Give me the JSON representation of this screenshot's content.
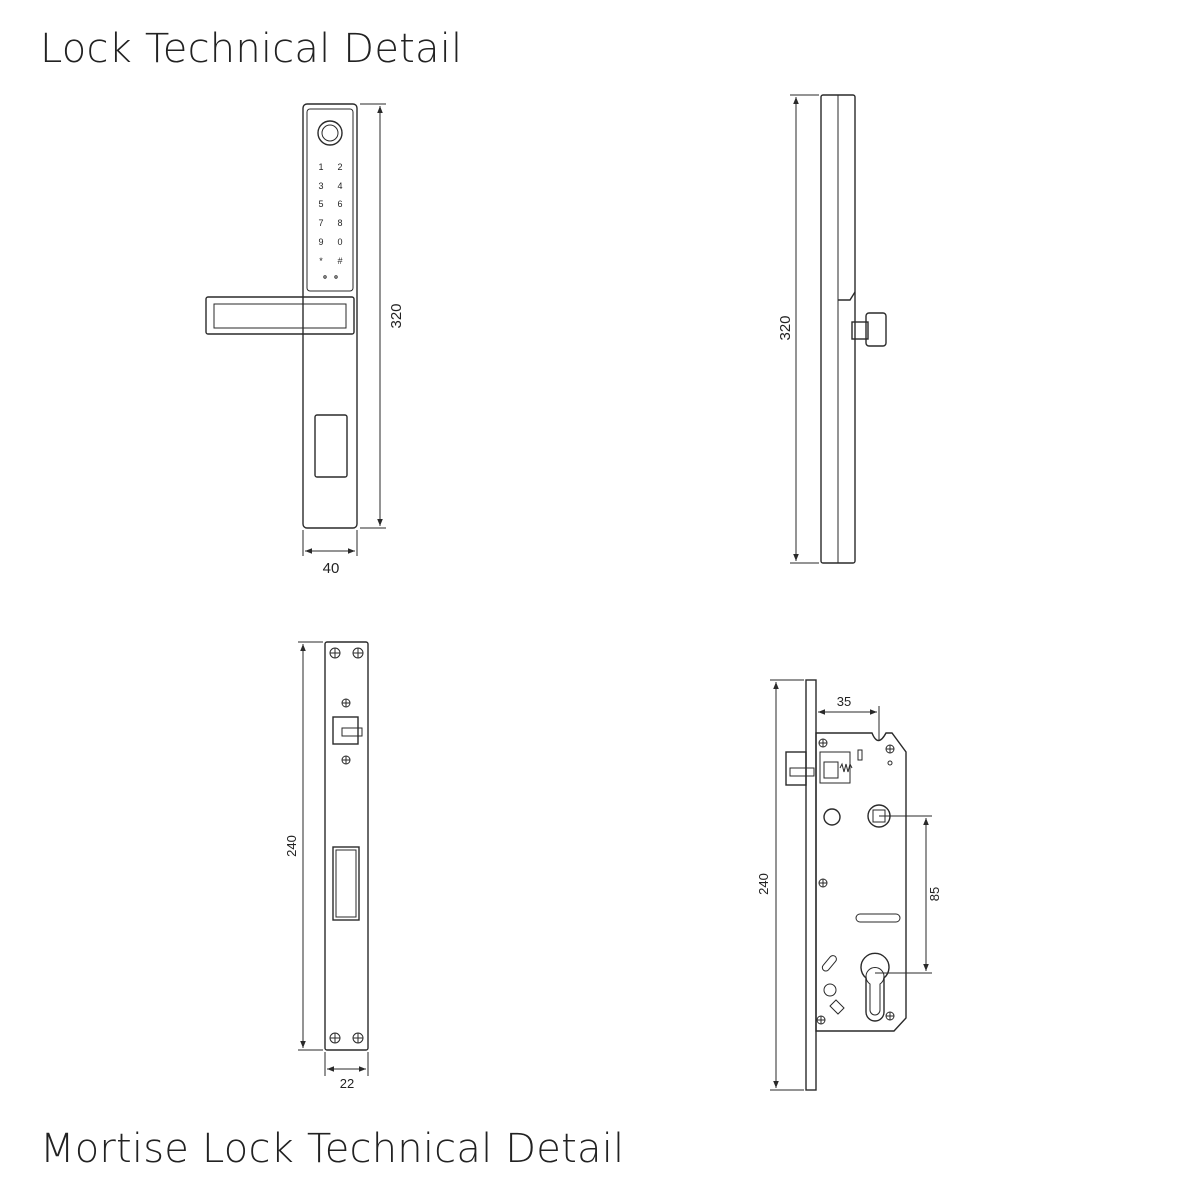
{
  "titles": {
    "top": "Lock Technical Detail",
    "bottom": "Mortise Lock Technical Detail"
  },
  "keypad": {
    "keys": [
      "1",
      "2",
      "3",
      "4",
      "5",
      "6",
      "7",
      "8",
      "9",
      "0",
      "*",
      "#"
    ]
  },
  "dimensions": {
    "front_height": "320",
    "front_width": "40",
    "side_height": "320",
    "faceplate_height": "240",
    "faceplate_width": "22",
    "mortise_height": "240",
    "backset": "35",
    "center_distance": "85"
  }
}
